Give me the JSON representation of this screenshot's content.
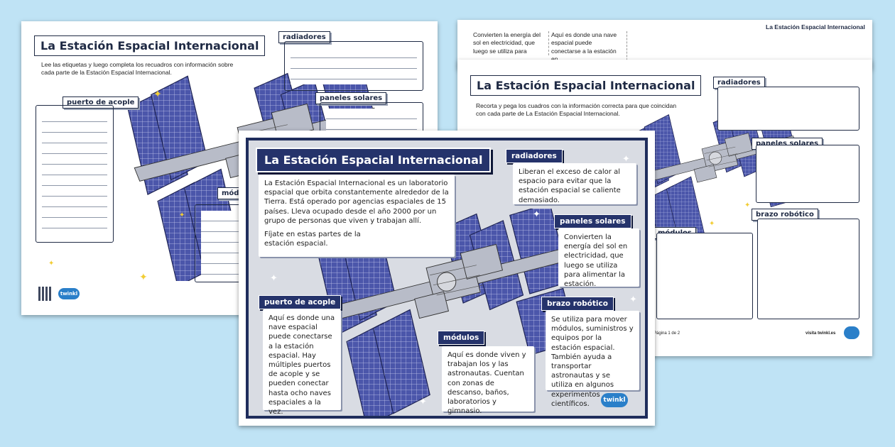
{
  "left_sheet": {
    "title": "La Estación Espacial Internacional",
    "instructions": "Lee las etiquetas y luego completa los recuadros con información sobre cada parte de la Estación Espacial Internacional.",
    "labels": {
      "radiadores": "radiadores",
      "paneles": "paneles solares",
      "acople": "puerto de acople",
      "modulos": "módulos"
    },
    "logo": "twinkl"
  },
  "right_sheet": {
    "header": "La Estación Espacial Internacional",
    "cut_text_1": "Convierten la energía del sol en electricidad, que luego se utiliza para",
    "cut_text_2": "Aquí es donde una nave espacial puede conectarse a la estación en",
    "title": "La Estación Espacial Internacional",
    "instructions": "Recorta y pega los cuadros con la información correcta para que coincidan con cada parte de La Estación Espacial Internacional.",
    "labels": {
      "radiadores": "radiadores",
      "paneles": "paneles solares",
      "brazo": "brazo robótico",
      "modulos": "módulos"
    },
    "footer_page": "Página 1 de 2",
    "footer_site": "visita twinkl.es"
  },
  "poster": {
    "title": "La Estación Espacial Internacional",
    "intro": "La Estación Espacial Internacional es un laboratorio espacial que orbita constantemente alrededor de la Tierra. Está operado por agencias espaciales de 15 países. Lleva ocupado desde el año 2000 por un grupo de personas que viven y trabajan allí.",
    "intro2": "Fíjate en estas partes de la estación espacial.",
    "radiadores_label": "radiadores",
    "radiadores_text": "Liberan el exceso de calor al espacio para evitar que la estación espacial se caliente demasiado.",
    "paneles_label": "paneles solares",
    "paneles_text": "Convierten la energía del sol en electricidad, que luego se utiliza para alimentar la estación.",
    "brazo_label": "brazo robótico",
    "brazo_text": "Se utiliza para mover módulos, suministros y equipos por la estación espacial. También ayuda a transportar astronautas y se utiliza en algunos experimentos científicos.",
    "acople_label": "puerto de acople",
    "acople_text": "Aquí es donde una nave espacial puede conectarse a la estación espacial. Hay múltiples puertos de acople y se pueden conectar hasta ocho naves espaciales a la vez.",
    "modulos_label": "módulos",
    "modulos_text": "Aquí es donde viven y trabajan los y las astronautas. Cuentan con zonas de descanso, baños, laboratorios y gimnasio.",
    "logo": "twinkl"
  },
  "colors": {
    "background": "#bfe3f5",
    "navy": "#25336b",
    "panel": "#4a55a8",
    "star": "#f2cd34"
  }
}
